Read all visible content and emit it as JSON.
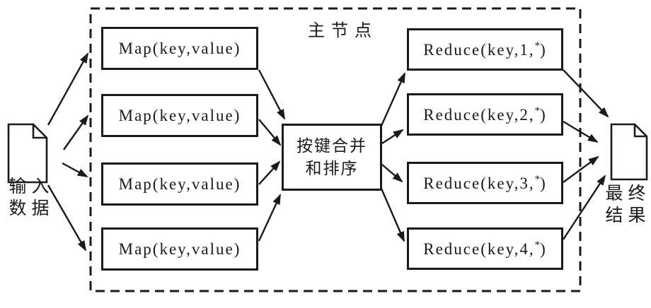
{
  "diagram": {
    "master_node_label": "主节点",
    "input_doc": {
      "line1": "输入",
      "line2": "数据"
    },
    "output_doc": {
      "line1": "最终",
      "line2": "结果"
    },
    "map_nodes": [
      {
        "label": "Map(key,value)"
      },
      {
        "label": "Map(key,value)"
      },
      {
        "label": "Map(key,value)"
      },
      {
        "label": "Map(key,value)"
      }
    ],
    "shuffle_node": {
      "line1": "按键合并",
      "line2": "和排序"
    },
    "reduce_nodes": [
      {
        "prefix": "Reduce(key,1,",
        "superscript": "*",
        "suffix": ")"
      },
      {
        "prefix": "Reduce(key,2,",
        "superscript": "*",
        "suffix": ")"
      },
      {
        "prefix": "Reduce(key,3,",
        "superscript": "*",
        "suffix": ")"
      },
      {
        "prefix": "Reduce(key,4,",
        "superscript": "*",
        "suffix": ")"
      }
    ],
    "colors": {
      "stroke": "#1a1a1a",
      "background": "#ffffff"
    }
  }
}
